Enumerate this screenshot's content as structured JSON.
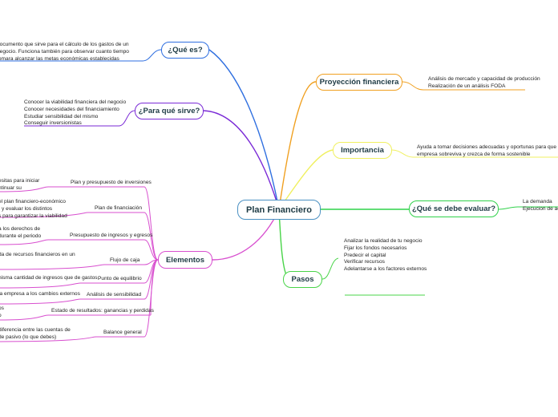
{
  "central": {
    "label": "Plan Financiero"
  },
  "colors": {
    "que_es": "#2f6fe0",
    "para_que": "#7a2ad6",
    "elementos": "#d84fcf",
    "pasos": "#48d448",
    "debe_evaluar": "#2fd24a",
    "importancia": "#f0f060",
    "proyeccion": "#f0a020",
    "central_border": "#4a90c2"
  },
  "branches": {
    "que_es": {
      "label": "¿Qué es?",
      "lines": [
        "documento que sirve para el cálculo de los gastos de un",
        "negocio. Funciona también para observar cuanto tiempo",
        "tomara alcanzar las metas económicas establecidas"
      ]
    },
    "para_que": {
      "label": "¿Para qué sirve?",
      "lines": [
        "Conocer la viabilidad financiera del negocio",
        "Conocer necesidades del financiamiento",
        "Estudiar sensibilidad del mismo",
        "Conseguir inversionistas"
      ]
    },
    "elementos": {
      "label": "Elementos",
      "subs": [
        {
          "label": "Plan y presupuesto de inversiones",
          "lines": [
            "esitas para iniciar",
            "ntinuar su"
          ]
        },
        {
          "label": "Plan de financiación",
          "lines": [
            "el plan financiero-económico",
            "r y evaluar los distintos",
            "s para garantizar la viabilidad"
          ]
        },
        {
          "label": "Presupuesto de ingresos y egresos",
          "lines": [
            "a los derechos de",
            "durante el periodo"
          ]
        },
        {
          "label": "Flujo de caja",
          "lines": [
            "da de recursos financieros en un"
          ]
        },
        {
          "label": "Punto de equilibrio",
          "lines": [
            "nisma cantidad de ingresos que de gastos"
          ]
        },
        {
          "label": "Análisis de sensibilidad",
          "lines": [
            "la empresa a los cambios externos"
          ]
        },
        {
          "label": "Estado de resultados: ganancias y perdidas",
          "lines": [
            "os",
            "o"
          ]
        },
        {
          "label": "Balance general",
          "lines": [
            "diferencia entre las cuentas de",
            "de pasivo (lo que debes)"
          ]
        }
      ]
    },
    "pasos": {
      "label": "Pasos",
      "lines": [
        "Analizar la realidad de tu negocio",
        "Fijar los fondos necesarios",
        "Predecir el capital",
        "Verificar recursos",
        "Adelantarse a los factores externos"
      ]
    },
    "debe_evaluar": {
      "label": "¿Qué se debe evaluar?",
      "lines": [
        "La demanda",
        "Ejecucion de ac"
      ]
    },
    "importancia": {
      "label": "Importancia",
      "lines": [
        "Ayuda a tomar decisiones adecuadas y oportunas para que la",
        "empresa sobreviva y crezca de forma sostenible"
      ]
    },
    "proyeccion": {
      "label": "Proyección financiera",
      "lines": [
        "Análisis de mercado y capacidad de producción",
        "Realización de un análisis FODA"
      ]
    }
  }
}
